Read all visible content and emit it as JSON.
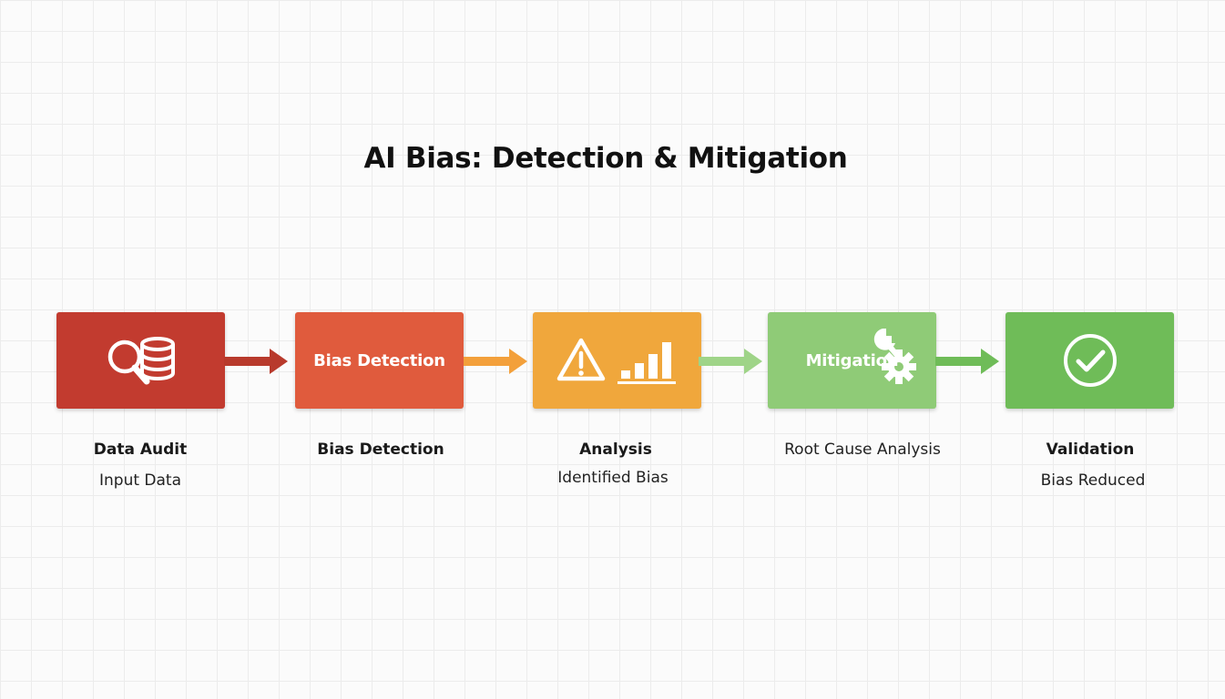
{
  "title": "AI Bias: Detection & Mitigation",
  "colors": {
    "step1": "#c23b2f",
    "step2": "#e05b3d",
    "step3": "#f0a73c",
    "step4": "#8fcb77",
    "step5": "#6fbc58",
    "arrow1": "#b83a2c",
    "arrow2": "#f3a03b",
    "arrow3": "#9fd488",
    "arrow4": "#6fbc58"
  },
  "steps": [
    {
      "box_text": "",
      "icon": "magnifier-database-icon",
      "label": "Data Audit",
      "sublabel": "Input Data"
    },
    {
      "box_text": "Bias Detection",
      "icon": "",
      "label": "Bias Detection",
      "sublabel": ""
    },
    {
      "box_text": "",
      "icon": "warning-bar-chart-icon",
      "label": "Analysis",
      "sublabel": "Identified Bias"
    },
    {
      "box_text": "Mitigation",
      "icon": "wrench-gear-icon",
      "label": "",
      "sublabel": "Root Cause Analysis"
    },
    {
      "box_text": "",
      "icon": "checkmark-circle-icon",
      "label": "Validation",
      "sublabel": "Bias Reduced"
    }
  ]
}
